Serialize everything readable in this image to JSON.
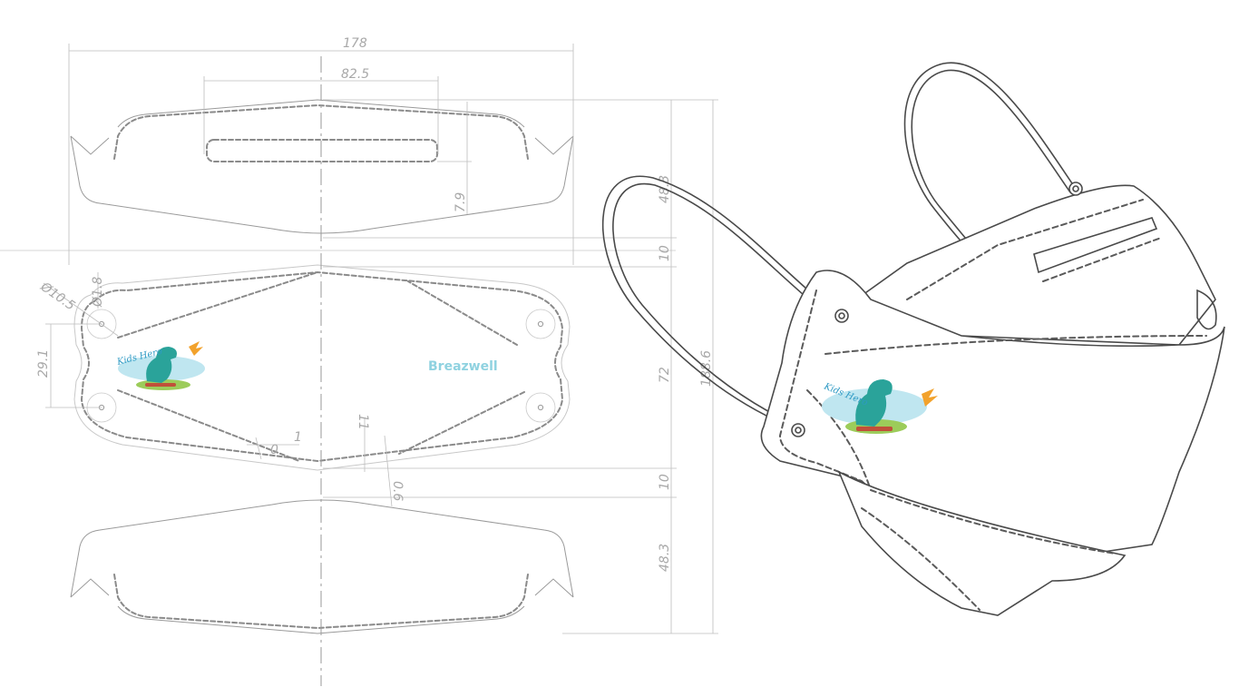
{
  "dimensions": {
    "total_width": "178",
    "inner_width": "82.5",
    "upper_inner_height": "7.9",
    "upper_panel_height": "48.3",
    "gap_top": "10",
    "middle_panel_height": "72",
    "total_height": "188.6",
    "gap_bottom": "10",
    "lower_panel_height": "48.3",
    "ear_hole_outer_diameter": "Ø10.5",
    "ear_hole_inner_diameter": "Ø1.8",
    "ear_hole_spacing": "29.1",
    "seam_offset_a": "1",
    "seam_offset_b": "0",
    "seam_offset_c": "11",
    "seam_offset_d": "0.6"
  },
  "print": {
    "logo_text": "Kids Hero",
    "brand_text": "Breazwell"
  },
  "colors": {
    "line": "#9a9a9a",
    "dimension": "#a8a8a8",
    "render_line": "#4a4a4a",
    "brand": "#8fd2e0",
    "dino": "#2aa39a",
    "splash": "#bfe6f0",
    "grass": "#9ccc5a",
    "flame": "#f2a22c"
  }
}
